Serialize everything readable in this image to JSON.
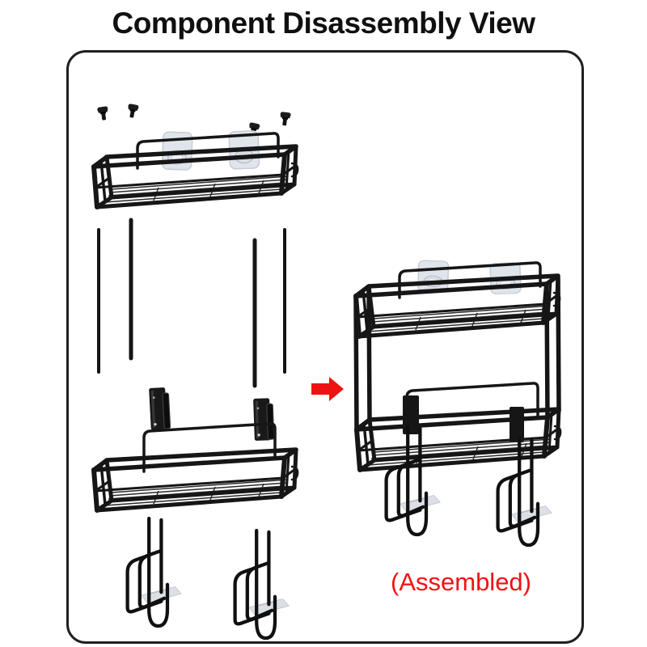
{
  "title": "Component Disassembly View",
  "diagram": {
    "assembled_label": "(Assembled)",
    "components": [
      {
        "name": "mounting-screws",
        "count": 4
      },
      {
        "name": "adhesive-wall-pads",
        "count": 2
      },
      {
        "name": "top-shelf-basket",
        "count": 1
      },
      {
        "name": "support-rods",
        "count": 4
      },
      {
        "name": "wall-mount-brackets",
        "count": 2
      },
      {
        "name": "bottom-shelf-basket",
        "count": 1
      },
      {
        "name": "wire-hooks",
        "count": 2
      },
      {
        "name": "assembled-two-tier-shelf",
        "count": 1
      }
    ]
  },
  "colors": {
    "accent_red": "#ee1212",
    "line_black": "#161616",
    "pad_gray": "#e0e5eb",
    "frame_border": "#1f1f1f"
  }
}
